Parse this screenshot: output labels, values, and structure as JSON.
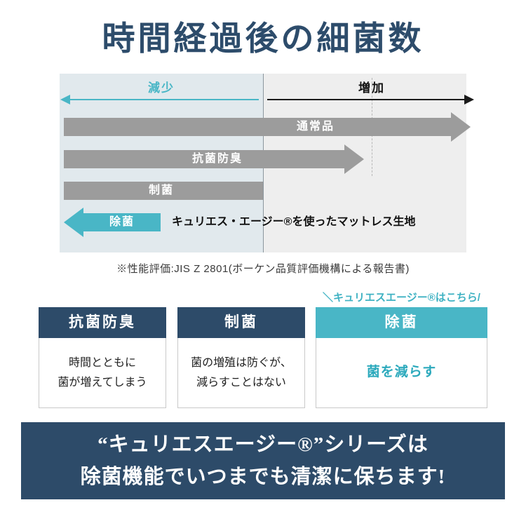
{
  "page": {
    "title": "時間経過後の細菌数"
  },
  "chart": {
    "axis": {
      "decrease": "減少",
      "increase": "増加"
    },
    "bars": [
      {
        "label": "通常品"
      },
      {
        "label": "抗菌防臭"
      },
      {
        "label": "制菌"
      },
      {
        "label": "除菌",
        "note": "キュリエス・エージー®を使ったマットレス生地"
      }
    ],
    "footnote": "※性能評価:JIS Z 2801(ボーケン品質評価機構による報告書)"
  },
  "callout": "＼キュリエスエージー®はこちら/",
  "cards": [
    {
      "header": "抗菌防臭",
      "body": "時間とともに\n菌が増えてしまう"
    },
    {
      "header": "制菌",
      "body": "菌の増殖は防ぐが、\n減らすことはない"
    },
    {
      "header": "除菌",
      "body": "菌を減らす"
    }
  ],
  "banner": {
    "line1": "“キュリエスエージー®”シリーズは",
    "line2": "除菌機能でいつまでも清潔に保ちます!"
  },
  "colors": {
    "navy": "#2d4b69",
    "teal": "#49b6c6",
    "gray": "#9c9c9c"
  }
}
